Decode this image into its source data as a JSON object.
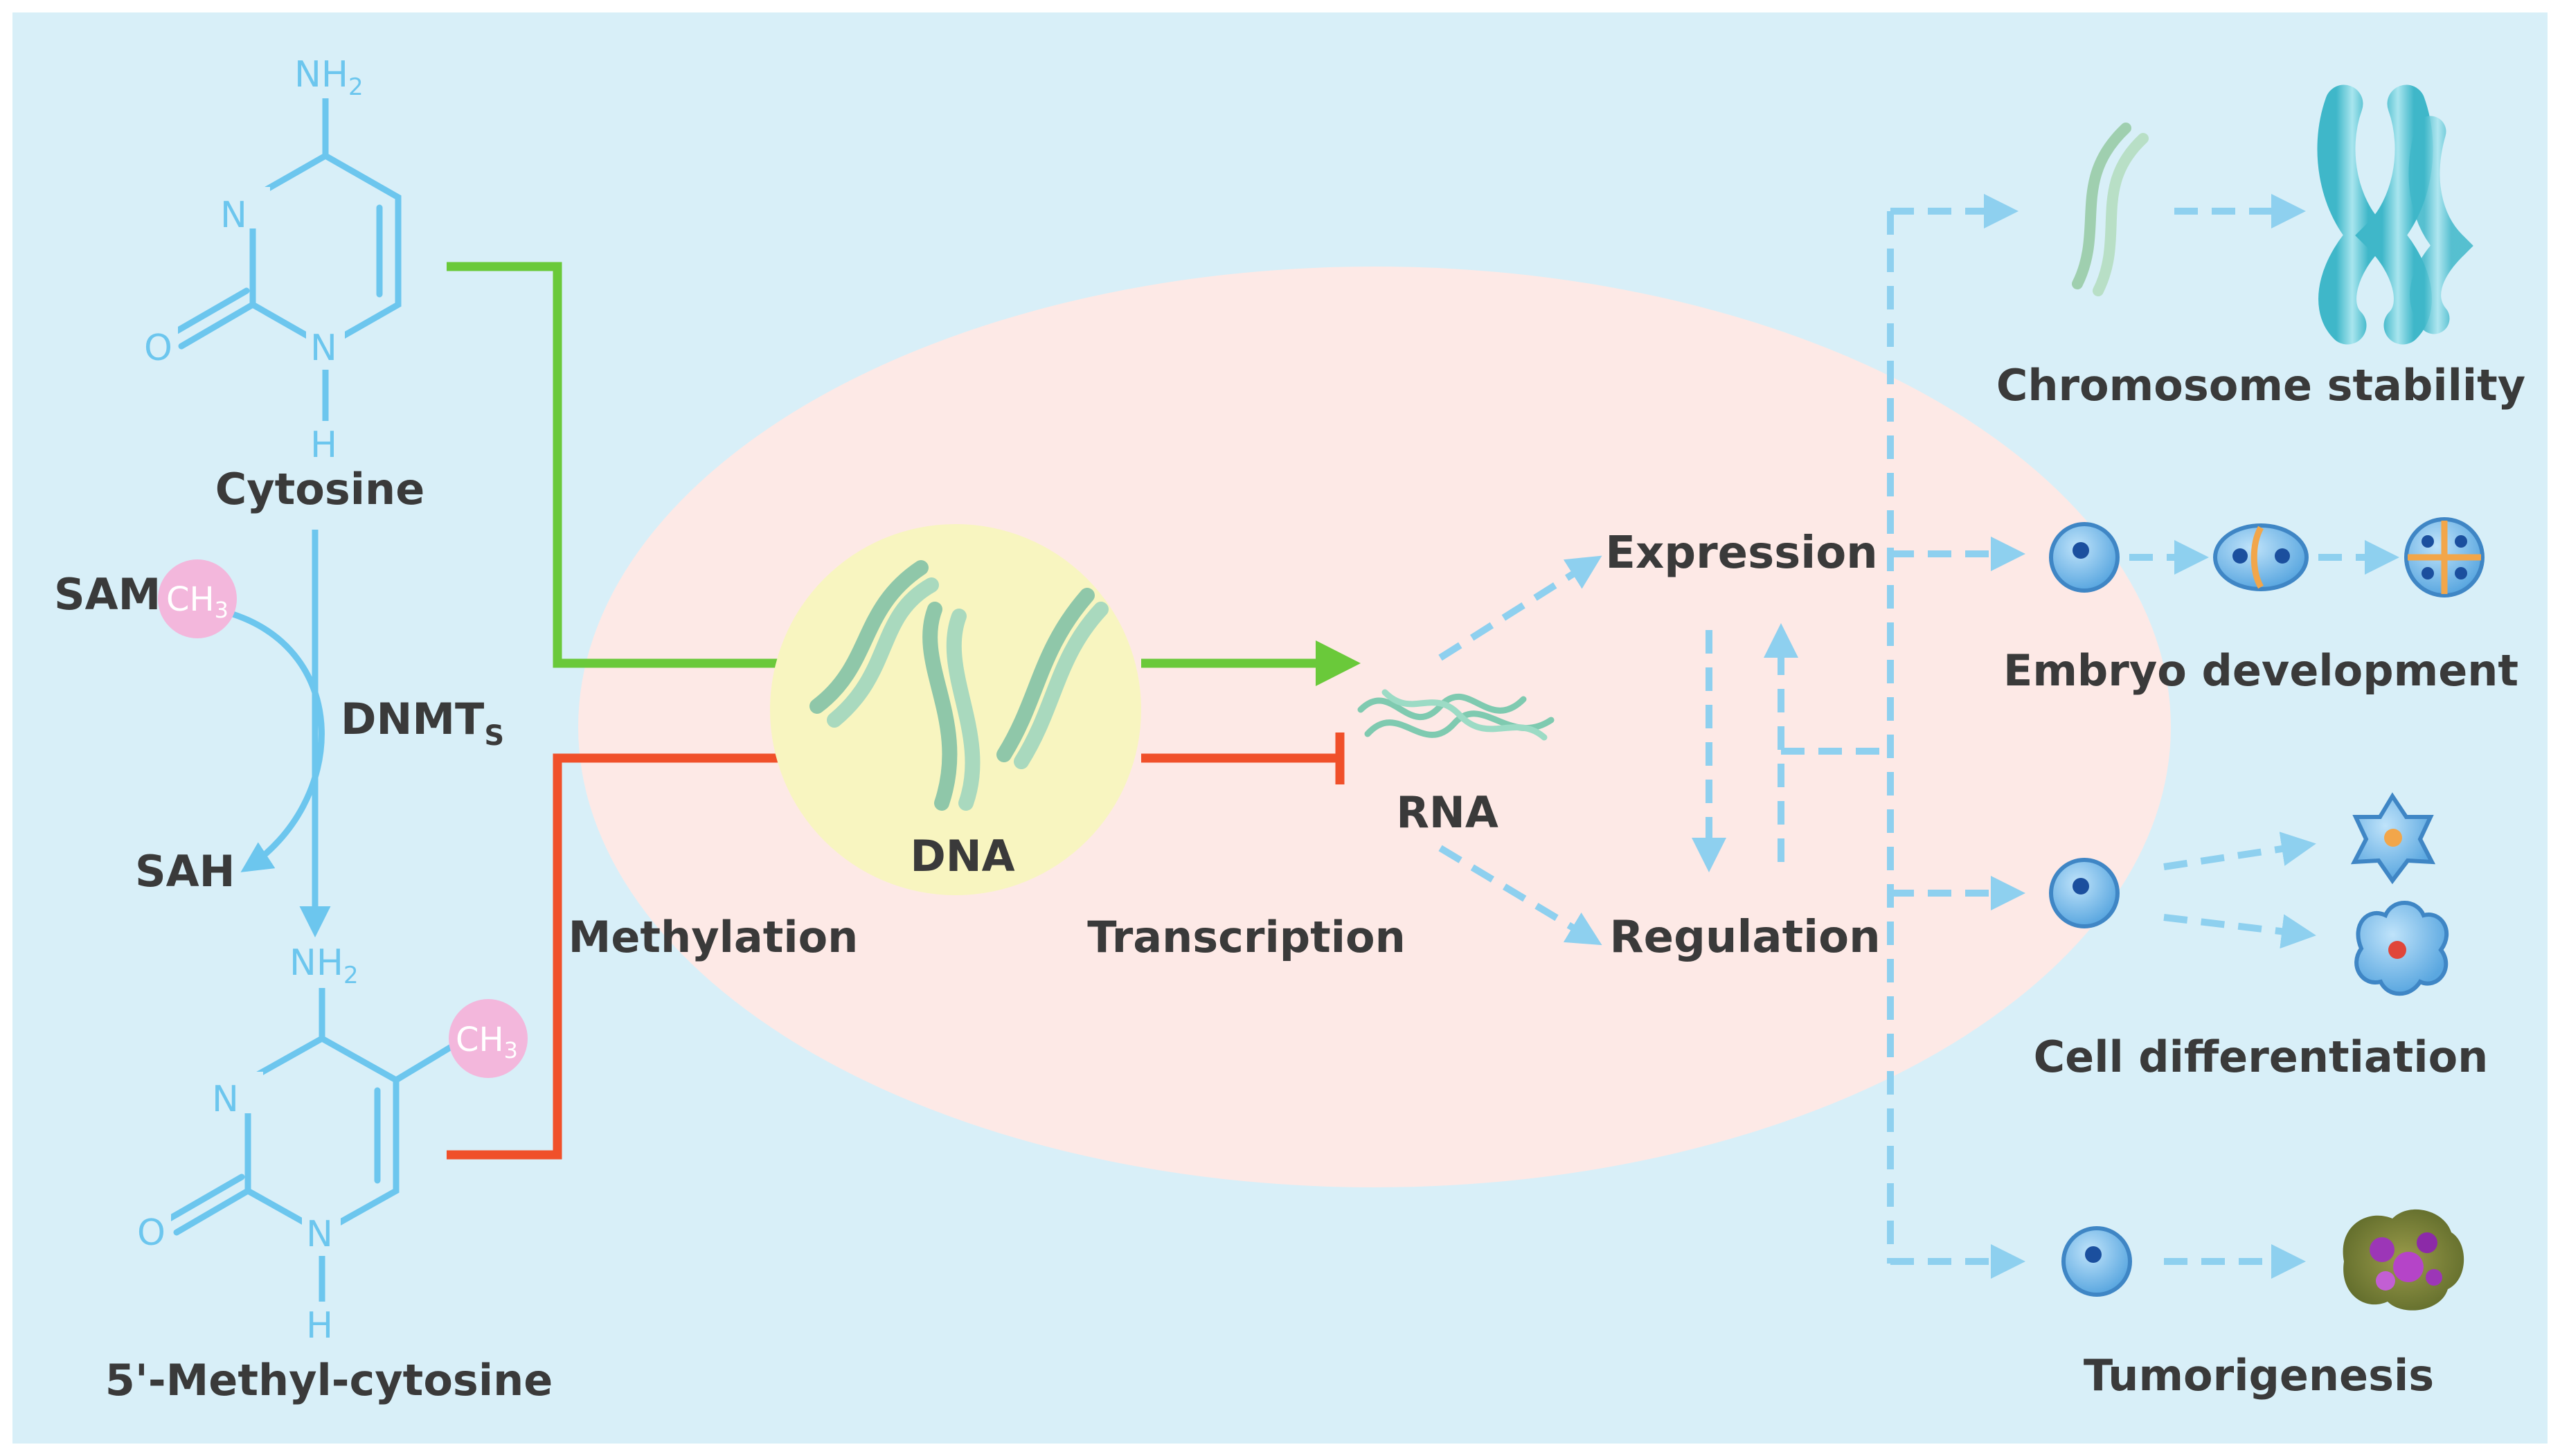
{
  "molecules": {
    "cytosine": {
      "name": "Cytosine",
      "atom_amine": "NH",
      "atom_amine_sub": "2",
      "atom_n_ring": "N",
      "atom_n_base": "N",
      "atom_o": "O",
      "atom_h": "H"
    },
    "methyl_cytosine": {
      "name": "5'-Methyl-cytosine",
      "atom_amine": "NH",
      "atom_amine_sub": "2",
      "atom_n_ring": "N",
      "atom_n_base": "N",
      "atom_o": "O",
      "atom_h": "H",
      "methyl": "CH",
      "methyl_sub": "3"
    }
  },
  "reaction": {
    "donor": "SAM",
    "donor_methyl": "CH",
    "donor_methyl_sub": "3",
    "product": "SAH",
    "enzyme": "DNMT",
    "enzyme_sub": "S"
  },
  "center": {
    "dna": "DNA",
    "rna": "RNA",
    "methylation": "Methylation",
    "transcription": "Transcription",
    "expression": "Expression",
    "regulation": "Regulation"
  },
  "outcomes": [
    {
      "label": "Chromosome stability"
    },
    {
      "label": "Embryo development"
    },
    {
      "label": "Cell differentiation"
    },
    {
      "label": "Tumorigenesis"
    }
  ],
  "colors": {
    "background": "#d8eff8",
    "ellipse": "#fde9e6",
    "dna_circle": "#f8f5c0",
    "chem_blue": "#6cc6ee",
    "green_arrow": "#6ac93a",
    "red_inhibit": "#f0502a",
    "dashed_blue": "#8ed0ef",
    "pink_methyl": "#f3b7dc",
    "text": "#3a3a3a"
  }
}
